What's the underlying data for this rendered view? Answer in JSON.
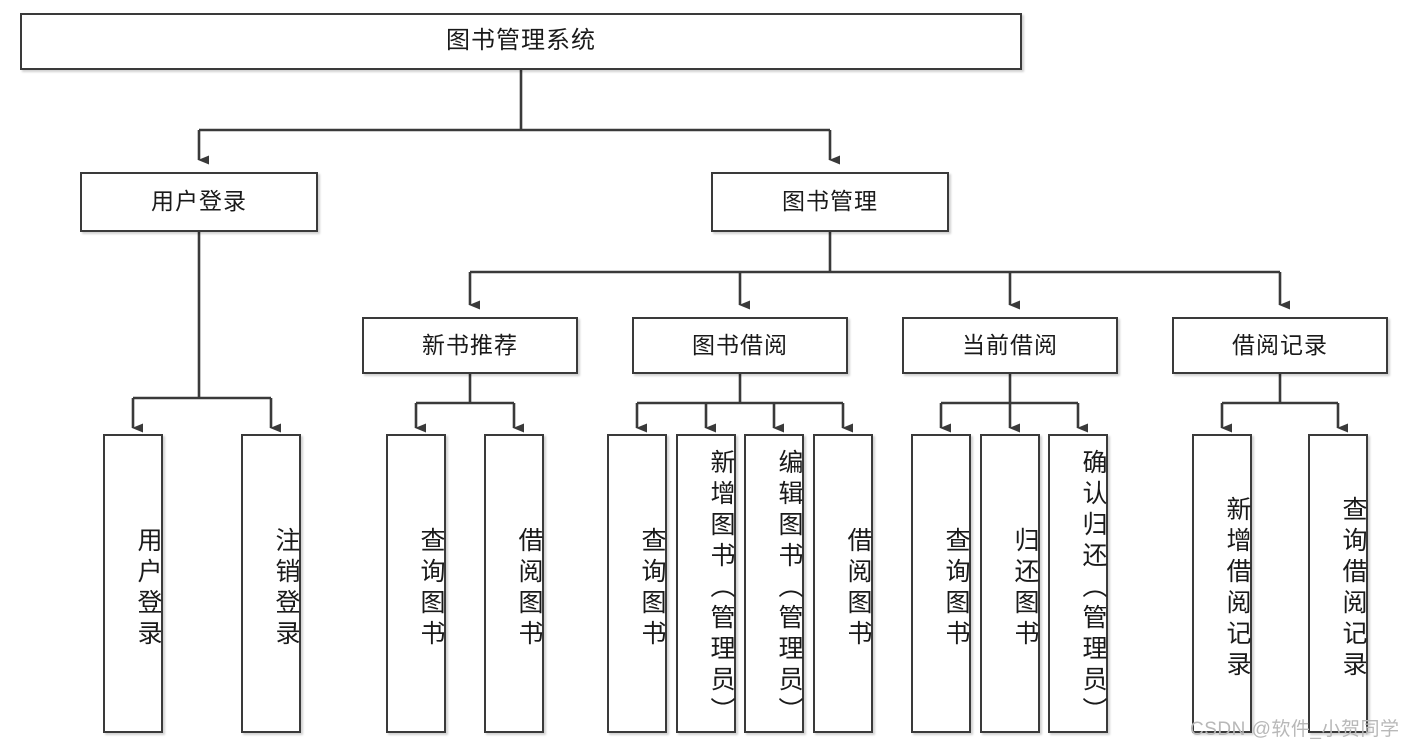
{
  "diagram": {
    "title": "图书管理系统",
    "type": "tree-hierarchy",
    "root": {
      "label": "图书管理系统"
    },
    "level2": [
      {
        "label": "用户登录"
      },
      {
        "label": "图书管理"
      }
    ],
    "level3": [
      {
        "label": "新书推荐"
      },
      {
        "label": "图书借阅"
      },
      {
        "label": "当前借阅"
      },
      {
        "label": "借阅记录"
      }
    ],
    "leaves": {
      "user_login": [
        {
          "label": "用户登录"
        },
        {
          "label": "注销登录"
        }
      ],
      "new_book_recommend": [
        {
          "label": "查询图书"
        },
        {
          "label": "借阅图书"
        }
      ],
      "book_borrow": [
        {
          "label": "查询图书"
        },
        {
          "label": "新增图书（管理员）"
        },
        {
          "label": "编辑图书（管理员）"
        },
        {
          "label": "借阅图书"
        }
      ],
      "current_borrow": [
        {
          "label": "查询图书"
        },
        {
          "label": "归还图书"
        },
        {
          "label": "确认归还（管理员）"
        }
      ],
      "borrow_record": [
        {
          "label": "新增借阅记录"
        },
        {
          "label": "查询借阅记录"
        }
      ]
    }
  },
  "watermark": {
    "text": "CSDN @软件_小贺同学"
  },
  "colors": {
    "stroke": "#3a3a3a",
    "fill": "#ffffff",
    "text": "#1a1a1a",
    "watermark": "#b8b8b8"
  }
}
